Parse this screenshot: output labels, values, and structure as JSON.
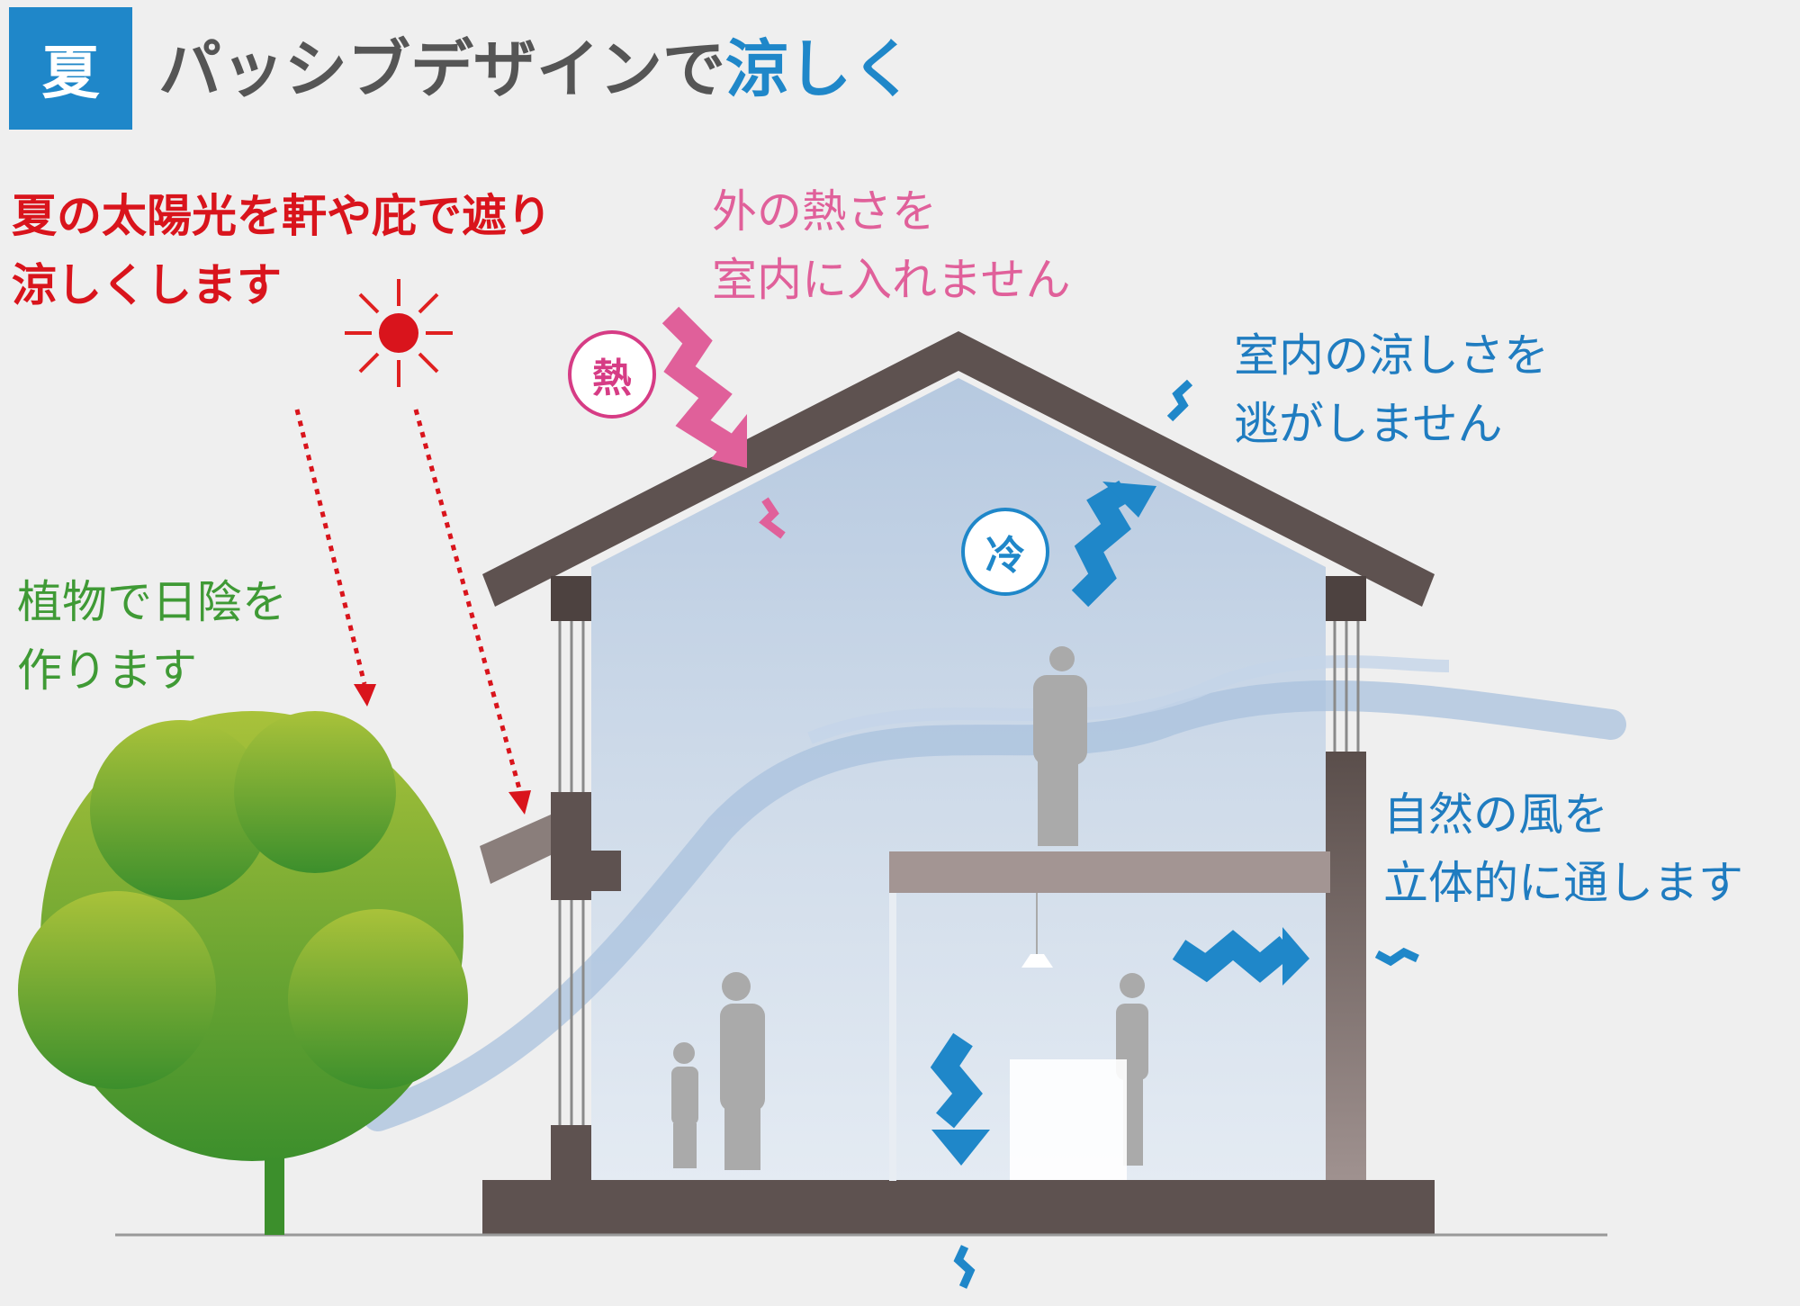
{
  "header": {
    "season_badge": "夏",
    "title_main": "パッシブデザインで",
    "title_accent": "涼しく"
  },
  "captions": {
    "sun_shading": [
      "夏の太陽光を軒や庇で遮り",
      "涼しくします"
    ],
    "heat_block": [
      "外の熱さを",
      "室内に入れません"
    ],
    "keep_cool": [
      "室内の涼しさを",
      "逃がしません"
    ],
    "tree_shade": [
      "植物で日陰を",
      "作ります"
    ],
    "natural_wind": [
      "自然の風を",
      "立体的に通します"
    ]
  },
  "badges": {
    "heat": "熱",
    "cold": "冷"
  },
  "colors": {
    "accent_blue": "#1f87c9",
    "sun_red": "#d9141c",
    "heat_pink": "#e0609a",
    "tree_green": "#3f9a35",
    "structure_brown": "#5e5250"
  }
}
